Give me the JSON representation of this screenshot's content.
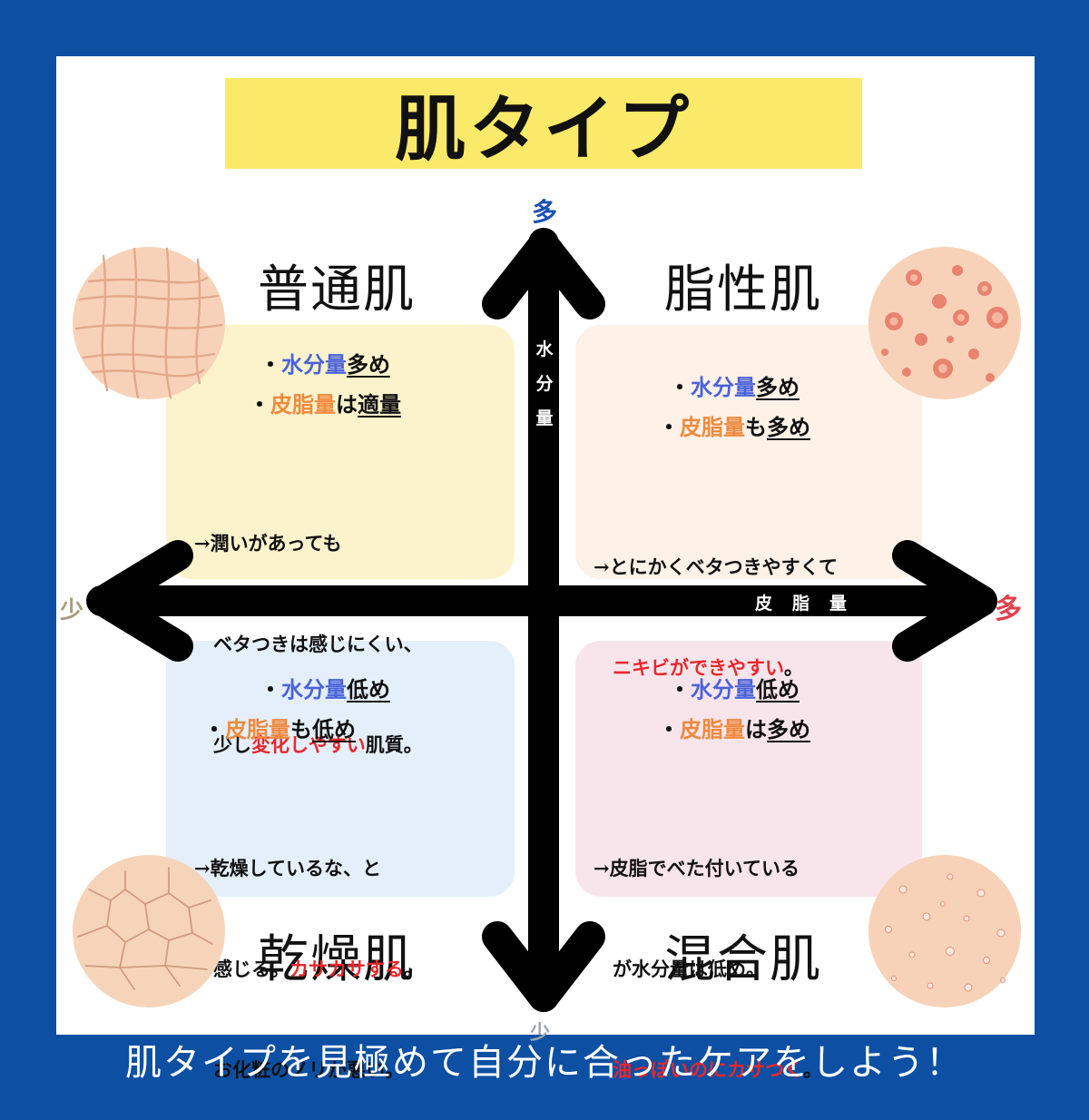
{
  "title": "肌タイプ",
  "footer": "肌タイプを見極めて自分に合ったケアをしよう！",
  "axes": {
    "vertical": {
      "name": "水分量",
      "chars": [
        "水",
        "分",
        "量"
      ],
      "top": "多",
      "bottom": "少"
    },
    "horizontal": {
      "name": "皮脂量",
      "left": "少",
      "right": "多"
    }
  },
  "quadrants": {
    "normal": {
      "title": "普通肌",
      "b1_pre": "・",
      "b1_key": "水分量",
      "b1_val": "多め",
      "b2_pre": "・",
      "b2_key": "皮脂量",
      "b2_mid": "は",
      "b2_val": "適量",
      "d1": "→潤いがあっても",
      "d2": "　ベタつきは感じにくい、",
      "d3_a": "　少し",
      "d3_red": "変化しやすい",
      "d3_b": "肌質。"
    },
    "oily": {
      "title": "脂性肌",
      "b1_pre": "・",
      "b1_key": "水分量",
      "b1_val": "多め",
      "b2_pre": "・",
      "b2_key": "皮脂量",
      "b2_mid": "も",
      "b2_val": "多め",
      "d1": "→とにかくベタつきやすくて",
      "d2_red": "　ニキビができやすい",
      "d2_b": "。"
    },
    "dry": {
      "title": "乾燥肌",
      "b1_pre": "・",
      "b1_key": "水分量",
      "b1_val": "低め",
      "b2_pre": "・",
      "b2_key": "皮脂量",
      "b2_mid": "も",
      "b2_val": "低め",
      "d1": "→乾燥しているな、と",
      "d2_a": "　感じる。",
      "d2_red": "カサカサする",
      "d2_b": "。",
      "d3": "　お化粧のノリが悪い。"
    },
    "combination": {
      "title": "混合肌",
      "b1_pre": "・",
      "b1_key": "水分量",
      "b1_val": "低め",
      "b2_pre": "・",
      "b2_key": "皮脂量",
      "b2_mid": "は",
      "b2_val": "多め",
      "d1": "→皮脂でべた付いている",
      "d2": "　が水分量は低め。",
      "d3_red": "　油っぽいのにカサつく",
      "d3_b": "。"
    }
  },
  "colors": {
    "frame": "#0d4fa3",
    "title_bg": "#fbe969",
    "arrow": "#000000",
    "key_blue": "#4a63d8",
    "key_orange": "#ef8a3e",
    "highlight_red": "#e8282d",
    "normal_bg": "#fcf3cc",
    "oily_bg": "#fdf1e8",
    "dry_bg": "#e4effb",
    "combination_bg": "#f8e5ec"
  },
  "icons": [
    "normal-skin-texture-icon",
    "oily-skin-texture-icon",
    "dry-skin-texture-icon",
    "combination-skin-texture-icon"
  ]
}
